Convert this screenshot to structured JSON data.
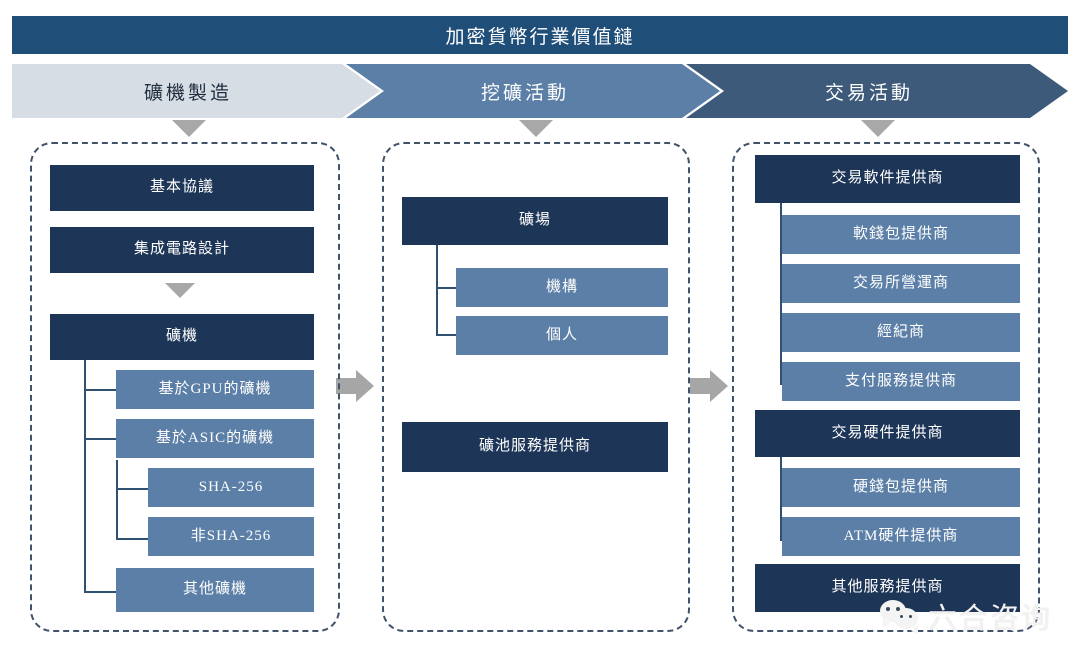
{
  "header": {
    "title": "加密貨幣行業價值鏈"
  },
  "stages": [
    {
      "label": "礦機製造",
      "color": "#d7dde5"
    },
    {
      "label": "挖礦活動",
      "color": "#5b7fa6"
    },
    {
      "label": "交易活動",
      "color": "#3d5a7a"
    }
  ],
  "colors": {
    "title_bar": "#1f4e79",
    "dark_node": "#1d3557",
    "mid_node": "#5b7fa6",
    "arrow_gray": "#a6a6a6",
    "dashed_border": "#41536b",
    "connector": "#2f5070"
  },
  "columns": [
    {
      "name": "mining-machine-manufacturing",
      "nodes": [
        {
          "label": "基本協議",
          "level": "dark"
        },
        {
          "label": "集成電路設計",
          "level": "dark"
        },
        {
          "label": "礦機",
          "level": "dark"
        },
        {
          "label": "基於GPU的礦機",
          "level": "mid"
        },
        {
          "label": "基於ASIC的礦機",
          "level": "mid"
        },
        {
          "label": "SHA-256",
          "level": "mid"
        },
        {
          "label": "非SHA-256",
          "level": "mid"
        },
        {
          "label": "其他礦機",
          "level": "mid"
        }
      ]
    },
    {
      "name": "mining-activity",
      "nodes": [
        {
          "label": "礦場",
          "level": "dark"
        },
        {
          "label": "機構",
          "level": "mid"
        },
        {
          "label": "個人",
          "level": "mid"
        },
        {
          "label": "礦池服務提供商",
          "level": "dark"
        }
      ]
    },
    {
      "name": "trading-activity",
      "nodes": [
        {
          "label": "交易軟件提供商",
          "level": "dark"
        },
        {
          "label": "軟錢包提供商",
          "level": "mid"
        },
        {
          "label": "交易所營運商",
          "level": "mid"
        },
        {
          "label": "經紀商",
          "level": "mid"
        },
        {
          "label": "支付服務提供商",
          "level": "mid"
        },
        {
          "label": "交易硬件提供商",
          "level": "dark"
        },
        {
          "label": "硬錢包提供商",
          "level": "mid"
        },
        {
          "label": "ATM硬件提供商",
          "level": "mid"
        },
        {
          "label": "其他服務提供商",
          "level": "dark"
        }
      ]
    }
  ],
  "watermark": {
    "text": "六合咨询",
    "icon": "wechat-icon"
  }
}
